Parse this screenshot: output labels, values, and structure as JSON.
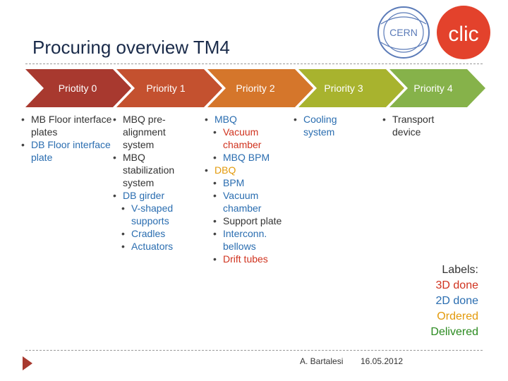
{
  "title": "Procuring overview TM4",
  "colors": {
    "p0": "#a8392f",
    "p1": "#c4512f",
    "p2": "#d5762b",
    "p3": "#a8b32e",
    "p4": "#86b24a",
    "red": "#d0331f",
    "blue": "#2a6db0",
    "orange": "#e39a0b",
    "green": "#2a8a1f"
  },
  "logos": {
    "cern": "CERN",
    "clic": "clic"
  },
  "priorities": [
    {
      "label": "Priotity 0"
    },
    {
      "label": "Priority 1"
    },
    {
      "label": "Priority 2"
    },
    {
      "label": "Priority 3"
    },
    {
      "label": "Priority 4"
    }
  ],
  "columns": {
    "p0": [
      "MB Floor interface plates",
      "DB Floor interface plate"
    ],
    "p1": {
      "a": "MBQ pre-alignment system",
      "b": "MBQ stabilization system",
      "c": "DB girder",
      "c1": "V-shaped supports",
      "c2": "Cradles",
      "c3": "Actuators"
    },
    "p2": {
      "a": "MBQ",
      "a1": "Vacuum chamber",
      "a2": "MBQ BPM",
      "b": "DBQ",
      "b1": "BPM",
      "b2": "Vacuum chamber",
      "b3": "Support plate",
      "b4": "Interconn. bellows",
      "b5": "Drift tubes"
    },
    "p3": [
      "Cooling system"
    ],
    "p4": [
      "Transport device"
    ]
  },
  "labels": {
    "heading": "Labels:",
    "d3": "3D done",
    "d2": "2D done",
    "ordered": "Ordered",
    "delivered": "Delivered"
  },
  "footer": {
    "author": "A. Bartalesi",
    "date": "16.05.2012"
  }
}
